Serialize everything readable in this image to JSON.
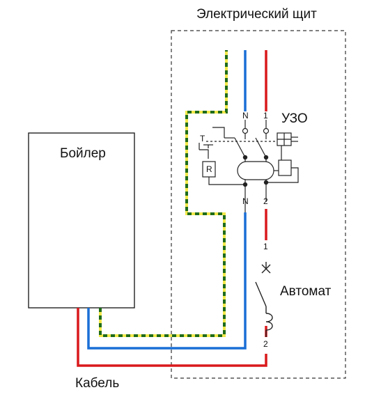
{
  "labels": {
    "panel": "Электрический щит",
    "boiler": "Бойлер",
    "rcd": "УЗО",
    "breaker": "Автомат",
    "cable": "Кабель",
    "rcd_terminal_n_top": "N",
    "rcd_terminal_1_top": "1",
    "rcd_terminal_n_bottom": "N",
    "rcd_terminal_2_bottom": "2",
    "rcd_test_button": "T",
    "rcd_resistor": "R",
    "breaker_terminal_1": "1",
    "breaker_terminal_2": "2"
  },
  "colors": {
    "phase": "#d9191c",
    "neutral": "#1a6fd6",
    "earth_green": "#1f6b1a",
    "earth_yellow": "#f2e84a",
    "outline": "#222222",
    "panel_border": "#333333"
  }
}
